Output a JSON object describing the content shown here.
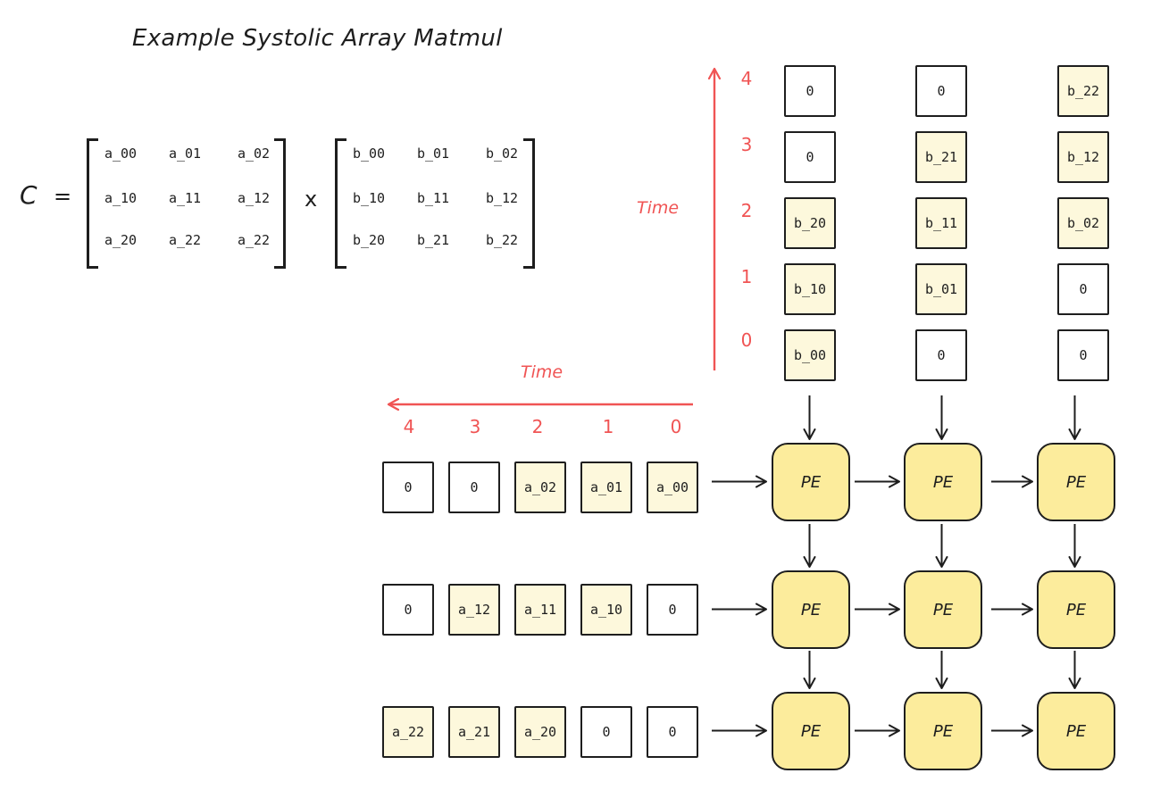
{
  "title": "Example Systolic Array Matmul",
  "equation": {
    "lhs": "C",
    "equals": "=",
    "operator": "x",
    "matrix_a": [
      [
        "a_00",
        "a_01",
        "a_02"
      ],
      [
        "a_10",
        "a_11",
        "a_12"
      ],
      [
        "a_20",
        "a_22",
        "a_22"
      ]
    ],
    "matrix_b": [
      [
        "b_00",
        "b_01",
        "b_02"
      ],
      [
        "b_10",
        "b_11",
        "b_12"
      ],
      [
        "b_20",
        "b_21",
        "b_22"
      ]
    ]
  },
  "vertical_time": {
    "label": "Time",
    "ticks": [
      "4",
      "3",
      "2",
      "1",
      "0"
    ]
  },
  "horizontal_time": {
    "label": "Time",
    "ticks": [
      "4",
      "3",
      "2",
      "1",
      "0"
    ]
  },
  "b_inputs": {
    "rows_top_to_bottom": [
      [
        {
          "v": "0",
          "hl": false
        },
        {
          "v": "0",
          "hl": false
        },
        {
          "v": "b_22",
          "hl": true
        }
      ],
      [
        {
          "v": "0",
          "hl": false
        },
        {
          "v": "b_21",
          "hl": true
        },
        {
          "v": "b_12",
          "hl": true
        }
      ],
      [
        {
          "v": "b_20",
          "hl": true
        },
        {
          "v": "b_11",
          "hl": true
        },
        {
          "v": "b_02",
          "hl": true
        }
      ],
      [
        {
          "v": "b_10",
          "hl": true
        },
        {
          "v": "b_01",
          "hl": true
        },
        {
          "v": "0",
          "hl": false
        }
      ],
      [
        {
          "v": "b_00",
          "hl": true
        },
        {
          "v": "0",
          "hl": false
        },
        {
          "v": "0",
          "hl": false
        }
      ]
    ]
  },
  "a_inputs": {
    "rows": [
      [
        {
          "v": "0",
          "hl": false
        },
        {
          "v": "0",
          "hl": false
        },
        {
          "v": "a_02",
          "hl": true
        },
        {
          "v": "a_01",
          "hl": true
        },
        {
          "v": "a_00",
          "hl": true
        }
      ],
      [
        {
          "v": "0",
          "hl": false
        },
        {
          "v": "a_12",
          "hl": true
        },
        {
          "v": "a_11",
          "hl": true
        },
        {
          "v": "a_10",
          "hl": true
        },
        {
          "v": "0",
          "hl": false
        }
      ],
      [
        {
          "v": "a_22",
          "hl": true
        },
        {
          "v": "a_21",
          "hl": true
        },
        {
          "v": "a_20",
          "hl": true
        },
        {
          "v": "0",
          "hl": false
        },
        {
          "v": "0",
          "hl": false
        }
      ]
    ]
  },
  "pe_grid": {
    "label": "PE",
    "rows": 3,
    "cols": 3
  },
  "colors": {
    "ink": "#1e1e1e",
    "time_axis": "#f05454",
    "input_highlight": "#fdf8dc",
    "pe_fill": "#fcec9c"
  }
}
